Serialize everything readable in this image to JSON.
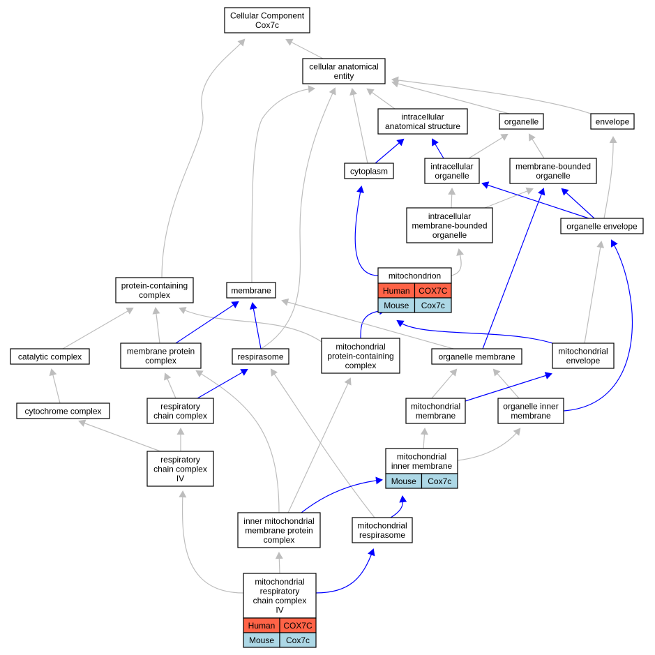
{
  "colors": {
    "gray_edge": "#bdbdbd",
    "blue_edge": "#0000ff",
    "human": "#ff6347",
    "mouse": "#add8e6"
  },
  "nodes": {
    "root": [
      "Cellular Component",
      "Cox7c"
    ],
    "cae": [
      "cellular anatomical",
      "entity"
    ],
    "ias": [
      "intracellular",
      "anatomical structure"
    ],
    "organelle": [
      "organelle"
    ],
    "envelope": [
      "envelope"
    ],
    "cytoplasm": [
      "cytoplasm"
    ],
    "io": [
      "intracellular",
      "organelle"
    ],
    "mbo": [
      "membrane-bounded",
      "organelle"
    ],
    "imbo": [
      "intracellular",
      "membrane-bounded",
      "organelle"
    ],
    "oenv": [
      "organelle envelope"
    ],
    "mito": [
      "mitochondrion"
    ],
    "pcc": [
      "protein-containing",
      "complex"
    ],
    "membrane": [
      "membrane"
    ],
    "mpc": [
      "membrane protein",
      "complex"
    ],
    "respirasome": [
      "respirasome"
    ],
    "mpcc": [
      "mitochondrial",
      "protein-containing",
      "complex"
    ],
    "omem": [
      "organelle membrane"
    ],
    "menv": [
      "mitochondrial",
      "envelope"
    ],
    "catalytic": [
      "catalytic complex"
    ],
    "cytochrome": [
      "cytochrome complex"
    ],
    "rcc": [
      "respiratory",
      "chain complex"
    ],
    "mmem": [
      "mitochondrial",
      "membrane"
    ],
    "oim": [
      "organelle inner",
      "membrane"
    ],
    "mim": [
      "mitochondrial",
      "inner membrane"
    ],
    "rcc4": [
      "respiratory",
      "chain complex",
      "IV"
    ],
    "impc": [
      "inner mitochondrial",
      "membrane protein",
      "complex"
    ],
    "mresp": [
      "mitochondrial",
      "respirasome"
    ],
    "mrcc4": [
      "mitochondrial",
      "respiratory",
      "chain complex",
      "IV"
    ]
  },
  "annotations": {
    "mito": [
      {
        "species": "Human",
        "gene": "COX7C"
      },
      {
        "species": "Mouse",
        "gene": "Cox7c"
      }
    ],
    "mim": [
      {
        "species": "Mouse",
        "gene": "Cox7c"
      }
    ],
    "mrcc4": [
      {
        "species": "Human",
        "gene": "COX7C"
      },
      {
        "species": "Mouse",
        "gene": "Cox7c"
      }
    ]
  },
  "edges": [
    {
      "from": "cae",
      "to": "root",
      "color": "gray"
    },
    {
      "from": "pcc",
      "to": "root",
      "color": "gray"
    },
    {
      "from": "ias",
      "to": "cae",
      "color": "gray"
    },
    {
      "from": "organelle",
      "to": "cae",
      "color": "gray"
    },
    {
      "from": "envelope",
      "to": "cae",
      "color": "gray"
    },
    {
      "from": "cytoplasm",
      "to": "cae",
      "color": "gray"
    },
    {
      "from": "membrane",
      "to": "cae",
      "color": "gray"
    },
    {
      "from": "respirasome",
      "to": "cae",
      "color": "gray"
    },
    {
      "from": "cytoplasm",
      "to": "ias",
      "color": "blue"
    },
    {
      "from": "io",
      "to": "ias",
      "color": "blue"
    },
    {
      "from": "io",
      "to": "organelle",
      "color": "gray"
    },
    {
      "from": "mbo",
      "to": "organelle",
      "color": "gray"
    },
    {
      "from": "oenv",
      "to": "envelope",
      "color": "gray"
    },
    {
      "from": "imbo",
      "to": "io",
      "color": "gray"
    },
    {
      "from": "imbo",
      "to": "mbo",
      "color": "gray"
    },
    {
      "from": "oenv",
      "to": "io",
      "color": "blue"
    },
    {
      "from": "oenv",
      "to": "mbo",
      "color": "blue"
    },
    {
      "from": "mito",
      "to": "cytoplasm",
      "color": "blue"
    },
    {
      "from": "mito",
      "to": "imbo",
      "color": "gray"
    },
    {
      "from": "omem",
      "to": "mbo",
      "color": "blue"
    },
    {
      "from": "menv",
      "to": "oenv",
      "color": "gray"
    },
    {
      "from": "oim",
      "to": "oenv",
      "color": "blue"
    },
    {
      "from": "mpcc",
      "to": "mito",
      "color": "blue"
    },
    {
      "from": "menv",
      "to": "mito",
      "color": "blue"
    },
    {
      "from": "catalytic",
      "to": "pcc",
      "color": "gray"
    },
    {
      "from": "mpc",
      "to": "pcc",
      "color": "gray"
    },
    {
      "from": "mpcc",
      "to": "pcc",
      "color": "gray"
    },
    {
      "from": "mpc",
      "to": "membrane",
      "color": "blue"
    },
    {
      "from": "respirasome",
      "to": "membrane",
      "color": "blue"
    },
    {
      "from": "omem",
      "to": "membrane",
      "color": "gray"
    },
    {
      "from": "cytochrome",
      "to": "catalytic",
      "color": "gray"
    },
    {
      "from": "rcc",
      "to": "mpc",
      "color": "gray"
    },
    {
      "from": "impc",
      "to": "mpc",
      "color": "gray"
    },
    {
      "from": "rcc",
      "to": "respirasome",
      "color": "blue"
    },
    {
      "from": "mresp",
      "to": "respirasome",
      "color": "gray"
    },
    {
      "from": "impc",
      "to": "mpcc",
      "color": "gray"
    },
    {
      "from": "mmem",
      "to": "omem",
      "color": "gray"
    },
    {
      "from": "oim",
      "to": "omem",
      "color": "gray"
    },
    {
      "from": "mmem",
      "to": "menv",
      "color": "blue"
    },
    {
      "from": "rcc4",
      "to": "cytochrome",
      "color": "gray"
    },
    {
      "from": "rcc4",
      "to": "rcc",
      "color": "gray"
    },
    {
      "from": "mim",
      "to": "mmem",
      "color": "gray"
    },
    {
      "from": "mim",
      "to": "oim",
      "color": "gray"
    },
    {
      "from": "mrcc4",
      "to": "rcc4",
      "color": "gray"
    },
    {
      "from": "mrcc4",
      "to": "impc",
      "color": "gray"
    },
    {
      "from": "impc",
      "to": "mim",
      "color": "blue"
    },
    {
      "from": "mresp",
      "to": "mim",
      "color": "blue"
    },
    {
      "from": "mrcc4",
      "to": "mresp",
      "color": "blue"
    }
  ]
}
